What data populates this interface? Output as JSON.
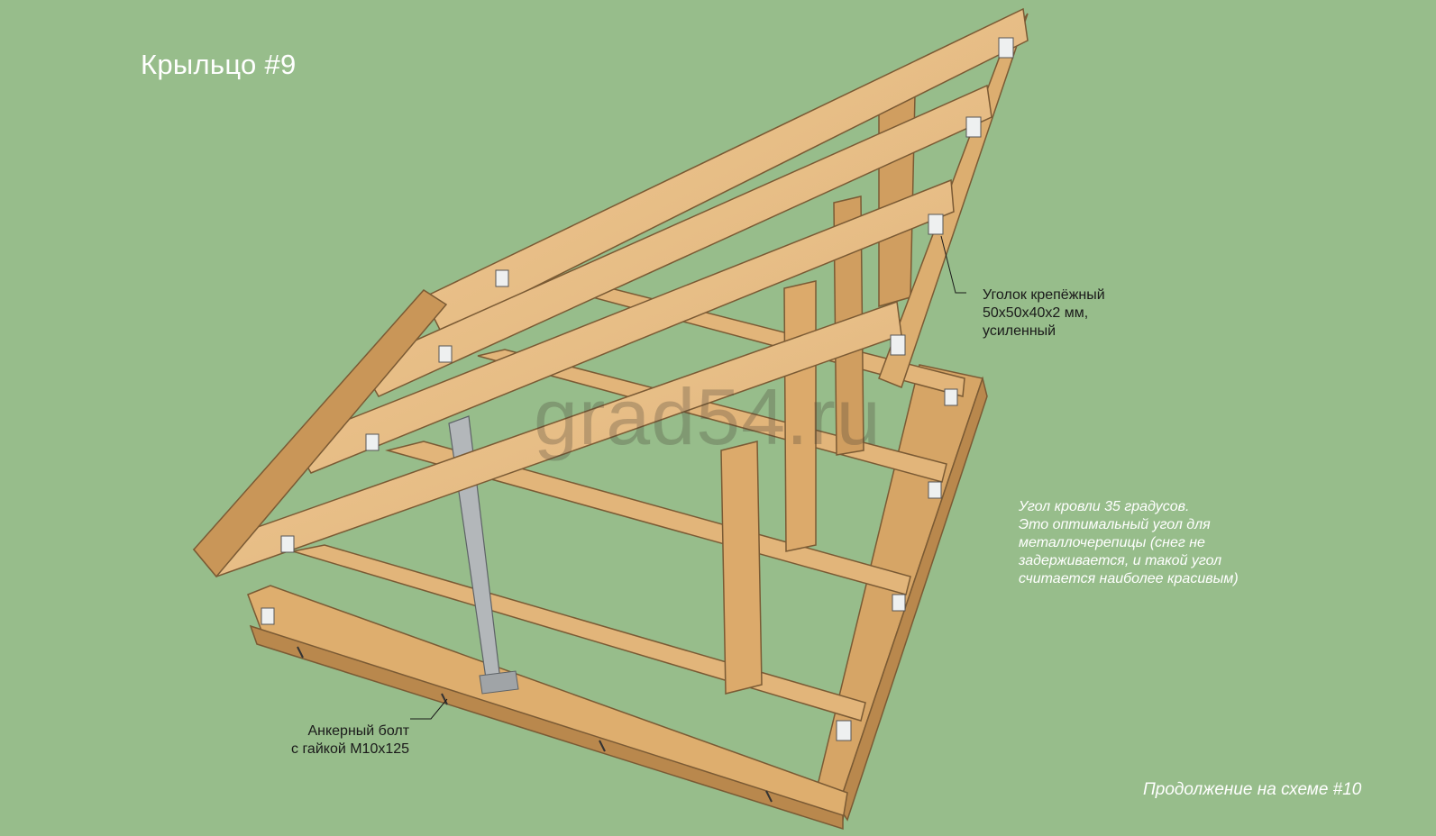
{
  "title": "Крыльцо #9",
  "watermark": "grad54.ru",
  "labels": {
    "corner_bracket": "Уголок крепёжный\n50х50х40х2 мм,\nусиленный",
    "roof_angle": "Угол кровли 35 градусов.\nЭто оптимальный угол для\nметаллочерепицы (снег не\nзадерживается, и такой угол\nсчитается наиболее красивым)",
    "anchor_bolt": "Анкерный болт\nс гайкой М10х125"
  },
  "continuation": "Продолжение на схеме #10",
  "colors": {
    "background": "#97bd8b",
    "wood_light": "#e9bf86",
    "wood_mid": "#d9a769",
    "wood_dark": "#b9884d",
    "steel": "#b3b7ba"
  }
}
